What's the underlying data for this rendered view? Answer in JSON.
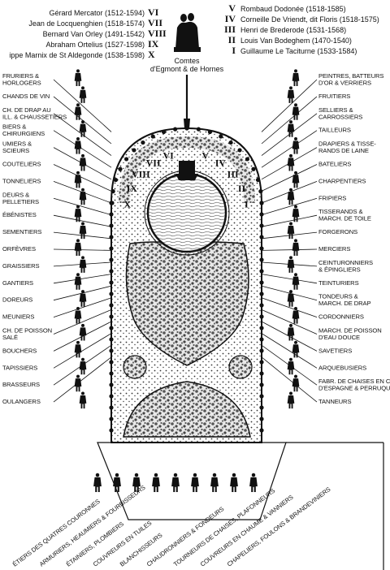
{
  "header_left": [
    {
      "name": "Gérard Mercator (1512-1594)",
      "numeral": "VI"
    },
    {
      "name": "Jean de Locquenghien (1518-1574)",
      "numeral": "VII"
    },
    {
      "name": "Bernard Van Orley (1491-1542)",
      "numeral": "VIII"
    },
    {
      "name": "Abraham Ortelius (1527-1598)",
      "numeral": "IX"
    },
    {
      "name": "ippe Marnix de St Aldegonde (1538-1598)",
      "numeral": "X"
    }
  ],
  "header_right": [
    {
      "numeral": "V",
      "name": "Rombaud Dodonée (1518-1585)"
    },
    {
      "numeral": "IV",
      "name": "Corneille De Vriendt, dit Floris (1518-1575)"
    },
    {
      "numeral": "III",
      "name": "Henri de Brederode (1531-1568)"
    },
    {
      "numeral": "II",
      "name": "Louis Van Bodeghem (1470-1540)"
    },
    {
      "numeral": "I",
      "name": "Guillaume Le Taciturne (1533-1584)"
    }
  ],
  "center_title": [
    "Comtes",
    "d'Egmont & de Hornes"
  ],
  "fountain_numerals": [
    "VI",
    "VII",
    "VIII",
    "IX",
    "X",
    "V",
    "IV",
    "III",
    "II",
    "I"
  ],
  "left_guilds": [
    [
      "Fruriers &",
      "Horlogers"
    ],
    [
      "Chands de vin"
    ],
    [
      "ch. de drap au",
      "ill. & chaussetiers"
    ],
    [
      "Biers &",
      "Chirurgiens"
    ],
    [
      "Umiers &",
      "Scieurs"
    ],
    [
      "Couteliers"
    ],
    [
      "Tonneliers"
    ],
    [
      "Deurs &",
      "Pelletiers"
    ],
    [
      "Ébénistes"
    ],
    [
      "Sementiers"
    ],
    [
      "Orfèvres"
    ],
    [
      "Graissiers"
    ],
    [
      "Gantiers"
    ],
    [
      "Doreurs"
    ],
    [
      "Meuniers"
    ],
    [
      "ch. de poisson",
      "salé"
    ],
    [
      "Bouchers"
    ],
    [
      "Tapissiers"
    ],
    [
      "Brasseurs"
    ],
    [
      "Oulangers"
    ]
  ],
  "right_guilds": [
    [
      "Peintres, batteurs",
      "d'or & verriers"
    ],
    [
      "Fruitiers"
    ],
    [
      "Selliers &",
      "Carrossiers"
    ],
    [
      "Tailleurs"
    ],
    [
      "Drapiers & tisse-",
      "rands de laine"
    ],
    [
      "Bateliers"
    ],
    [
      "Charpentiers"
    ],
    [
      "Fripiers"
    ],
    [
      "Tisserands &",
      "march. de toile"
    ],
    [
      "Forgerons"
    ],
    [
      "Merciers"
    ],
    [
      "Ceinturonniers",
      "& épingliers"
    ],
    [
      "Teinturiers"
    ],
    [
      "Tondeurs &",
      "march. de drap"
    ],
    [
      "Cordonniers"
    ],
    [
      "March. de poisson",
      "d'eau douce"
    ],
    [
      "Savetiers"
    ],
    [
      "Arquebusiers"
    ],
    [
      "Fabr. de chaises en cuir",
      "d'Espagne & perruquiers"
    ],
    [
      "Tanneurs"
    ]
  ],
  "bottom_guilds": [
    "étiers des quatres couronnes",
    "Armuriers, heaumiers & fourbisseurs",
    "Étainiers, plombiers",
    "Couvreurs en tuiles",
    "Blanchisseurs",
    "Chaudronniers & fondeurs",
    "Tourneurs de chaises, plafonneurs",
    "Couvreurs en chaume & vanniers",
    "Chapeliers, foulons & brandeviniers"
  ],
  "colors": {
    "ink": "#111111",
    "paper": "#ffffff",
    "water": "#dcdcdc"
  }
}
